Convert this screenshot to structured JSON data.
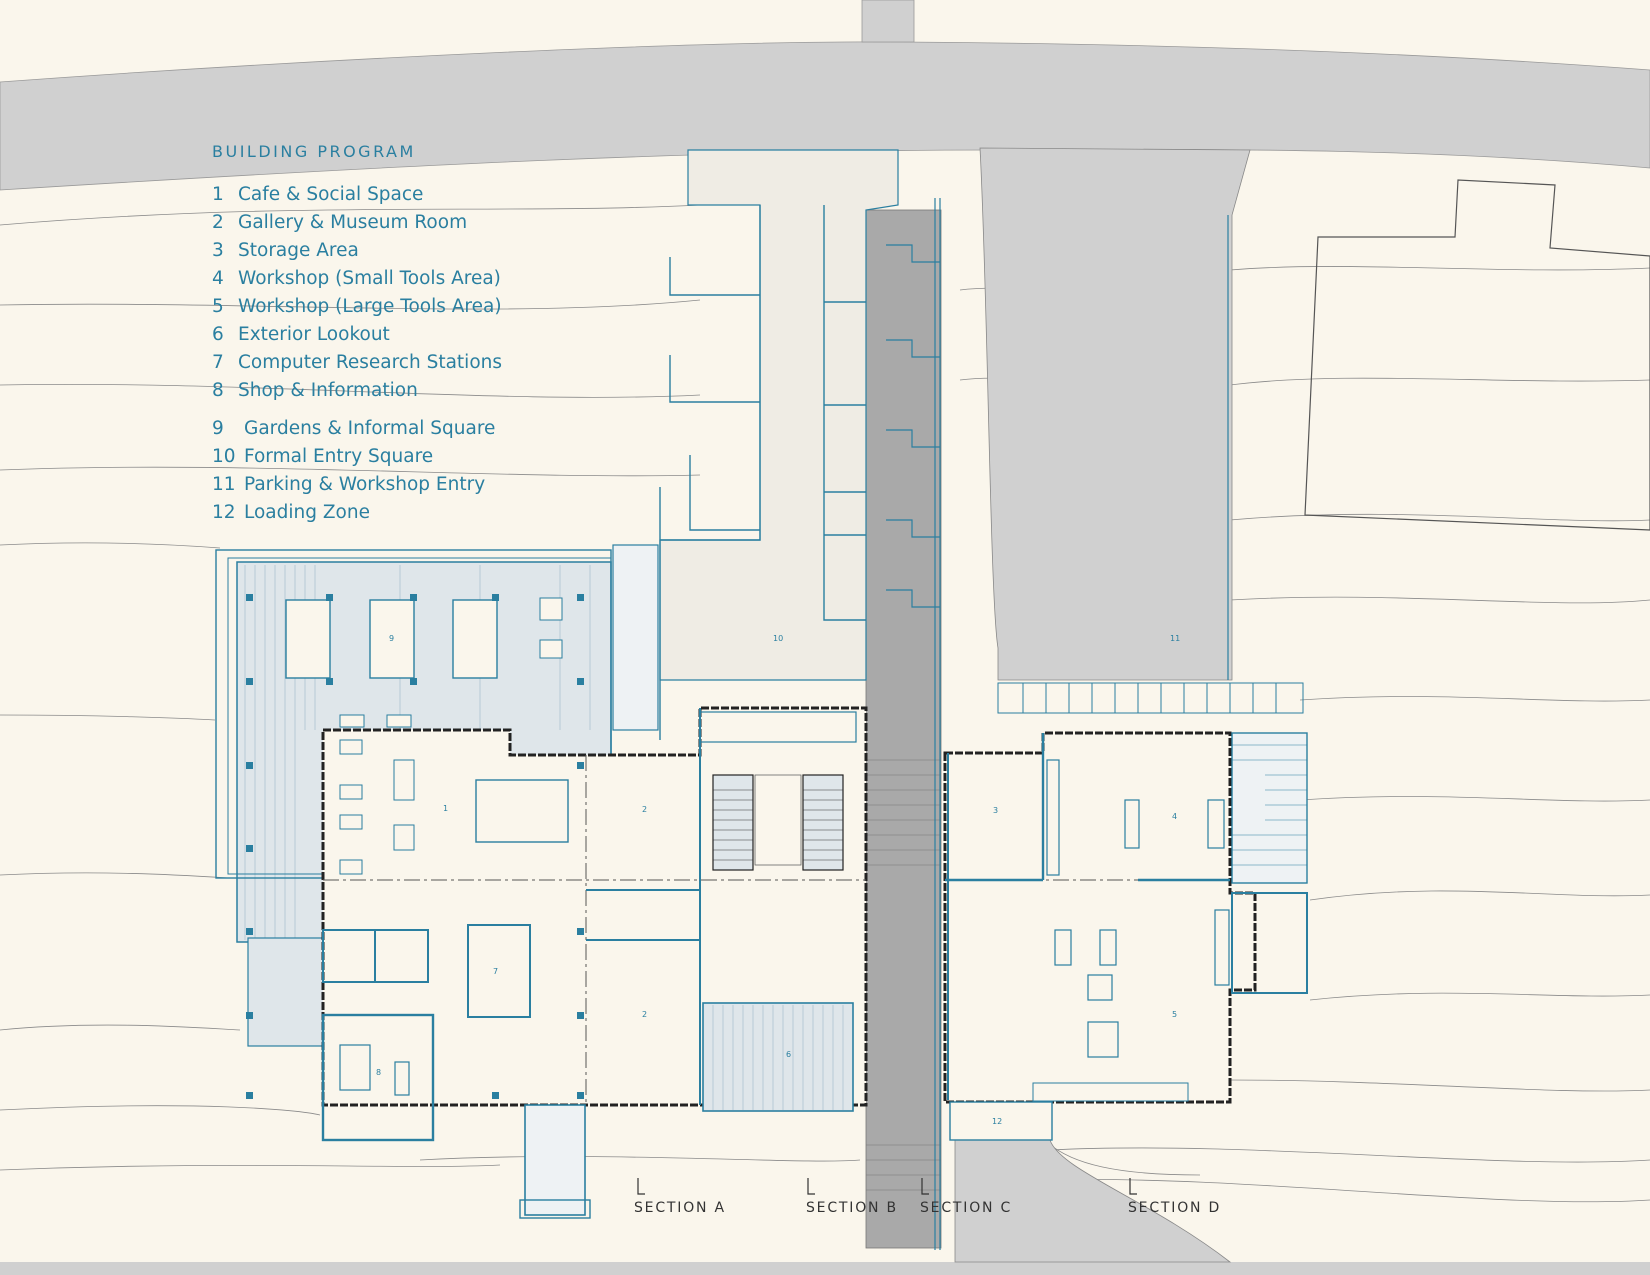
{
  "legend": {
    "title": "BUILDING PROGRAM",
    "items": [
      {
        "num": "1",
        "label": "Cafe & Social Space"
      },
      {
        "num": "2",
        "label": "Gallery & Museum Room"
      },
      {
        "num": "3",
        "label": "Storage Area"
      },
      {
        "num": "4",
        "label": "Workshop (Small Tools Area)"
      },
      {
        "num": "5",
        "label": "Workshop (Large Tools Area)"
      },
      {
        "num": "6",
        "label": "Exterior Lookout"
      },
      {
        "num": "7",
        "label": "Computer Research Stations"
      },
      {
        "num": "8",
        "label": "Shop & Information"
      },
      {
        "num": "9",
        "label": "Gardens & Informal Square"
      },
      {
        "num": "10",
        "label": "Formal Entry Square"
      },
      {
        "num": "11",
        "label": "Parking & Workshop Entry"
      },
      {
        "num": "12",
        "label": "Loading Zone"
      }
    ]
  },
  "sections": {
    "a": "SECTION A",
    "b": "SECTION B",
    "c": "SECTION C",
    "d": "SECTION D"
  },
  "room_tags": {
    "r1": "1",
    "r2a": "2",
    "r2b": "2",
    "r3": "3",
    "r4": "4",
    "r5": "5",
    "r6": "6",
    "r7": "7",
    "r8": "8",
    "r9": "9",
    "r10": "10",
    "r11": "11",
    "r12": "12"
  },
  "colors": {
    "background": "#faf6ec",
    "road": "#d0d0d0",
    "plan_line": "#2a7fa0",
    "wall": "#222222",
    "label": "#2a7fa0"
  }
}
